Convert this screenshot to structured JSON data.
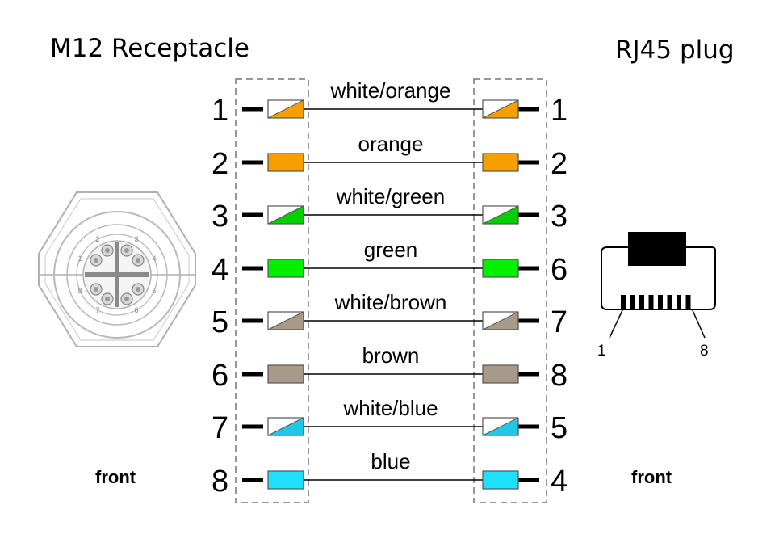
{
  "titles": {
    "left": "M12 Receptacle",
    "right": "RJ45 plug"
  },
  "front_labels": {
    "left": "front",
    "right": "front"
  },
  "rj45_pin_labels": {
    "first": "1",
    "last": "8"
  },
  "m12_face_pin_labels": [
    "1",
    "2",
    "3",
    "4",
    "5",
    "6",
    "7",
    "8"
  ],
  "wires": [
    {
      "left_pin": "1",
      "right_pin": "1",
      "label": "white/orange",
      "color": "#f5a000",
      "striped": true
    },
    {
      "left_pin": "2",
      "right_pin": "2",
      "label": "orange",
      "color": "#f5a000",
      "striped": false
    },
    {
      "left_pin": "3",
      "right_pin": "3",
      "label": "white/green",
      "color": "#00d000",
      "striped": true
    },
    {
      "left_pin": "4",
      "right_pin": "6",
      "label": "green",
      "color": "#00f000",
      "striped": false
    },
    {
      "left_pin": "5",
      "right_pin": "7",
      "label": "white/brown",
      "color": "#a89a88",
      "striped": true
    },
    {
      "left_pin": "6",
      "right_pin": "8",
      "label": "brown",
      "color": "#a89a88",
      "striped": false
    },
    {
      "left_pin": "7",
      "right_pin": "5",
      "label": "white/blue",
      "color": "#20c8e8",
      "striped": true
    },
    {
      "left_pin": "8",
      "right_pin": "4",
      "label": "blue",
      "color": "#20e0ff",
      "striped": false
    }
  ]
}
